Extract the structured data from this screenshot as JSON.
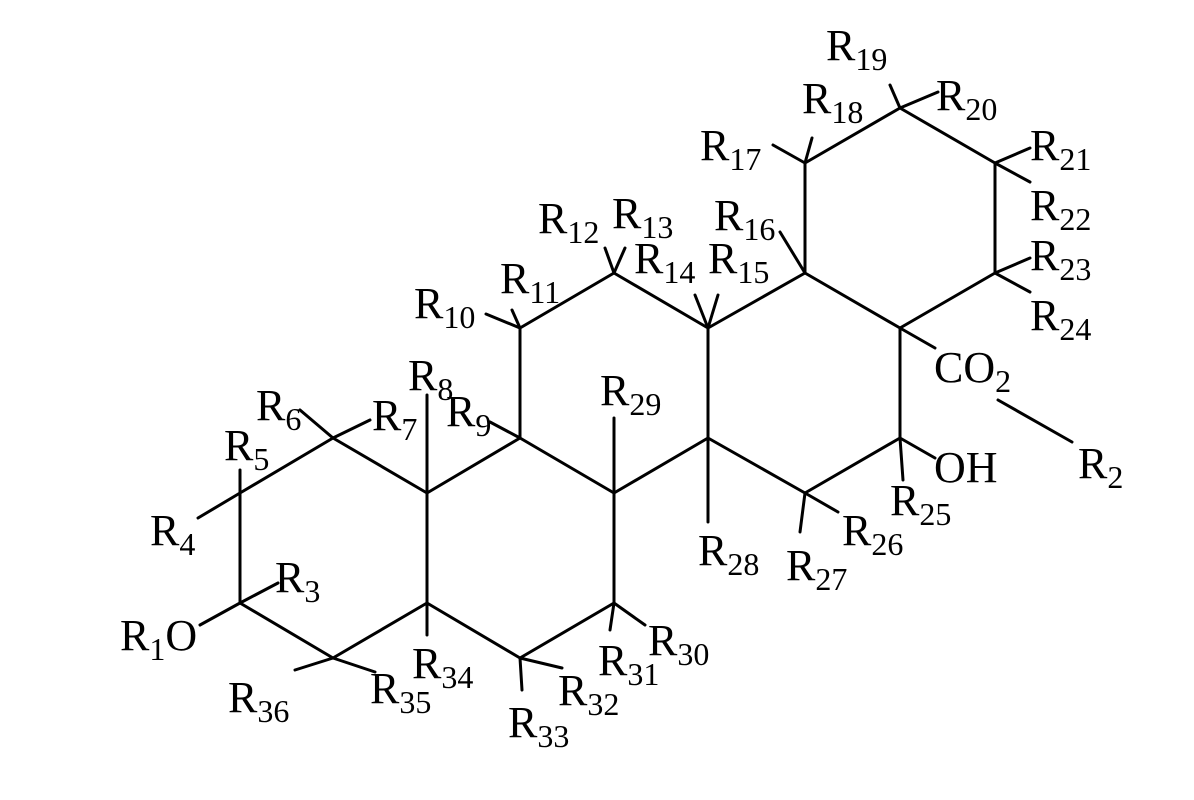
{
  "diagram": {
    "type": "chemical-structure",
    "line_color": "#000000",
    "labels": {
      "r1o": {
        "main": "R",
        "sub": "1",
        "tail": "O"
      },
      "r2": {
        "main": "R",
        "sub": "2"
      },
      "r3": {
        "main": "R",
        "sub": "3"
      },
      "r4": {
        "main": "R",
        "sub": "4"
      },
      "r5": {
        "main": "R",
        "sub": "5"
      },
      "r6": {
        "main": "R",
        "sub": "6"
      },
      "r7": {
        "main": "R",
        "sub": "7"
      },
      "r8": {
        "main": "R",
        "sub": "8"
      },
      "r9": {
        "main": "R",
        "sub": "9"
      },
      "r10": {
        "main": "R",
        "sub": "10"
      },
      "r11": {
        "main": "R",
        "sub": "11"
      },
      "r12": {
        "main": "R",
        "sub": "12"
      },
      "r13": {
        "main": "R",
        "sub": "13"
      },
      "r14": {
        "main": "R",
        "sub": "14"
      },
      "r15": {
        "main": "R",
        "sub": "15"
      },
      "r16": {
        "main": "R",
        "sub": "16"
      },
      "r17": {
        "main": "R",
        "sub": "17"
      },
      "r18": {
        "main": "R",
        "sub": "18"
      },
      "r19": {
        "main": "R",
        "sub": "19"
      },
      "r20": {
        "main": "R",
        "sub": "20"
      },
      "r21": {
        "main": "R",
        "sub": "21"
      },
      "r22": {
        "main": "R",
        "sub": "22"
      },
      "r23": {
        "main": "R",
        "sub": "23"
      },
      "r24": {
        "main": "R",
        "sub": "24"
      },
      "r25": {
        "main": "R",
        "sub": "25"
      },
      "r26": {
        "main": "R",
        "sub": "26"
      },
      "r27": {
        "main": "R",
        "sub": "27"
      },
      "r28": {
        "main": "R",
        "sub": "28"
      },
      "r29": {
        "main": "R",
        "sub": "29"
      },
      "r30": {
        "main": "R",
        "sub": "30"
      },
      "r31": {
        "main": "R",
        "sub": "31"
      },
      "r32": {
        "main": "R",
        "sub": "32"
      },
      "r33": {
        "main": "R",
        "sub": "33"
      },
      "r34": {
        "main": "R",
        "sub": "34"
      },
      "r35": {
        "main": "R",
        "sub": "35"
      },
      "r36": {
        "main": "R",
        "sub": "36"
      },
      "co2": {
        "main": "CO",
        "sub": "2"
      },
      "oh": {
        "main": "OH"
      }
    }
  }
}
